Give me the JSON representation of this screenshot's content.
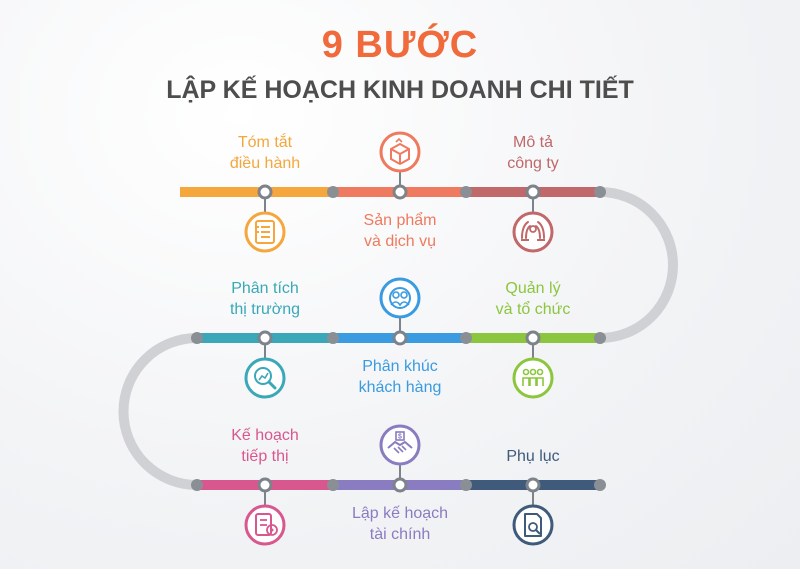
{
  "header": {
    "title": "9 BƯỚC",
    "subtitle": "LẬP KẾ HOẠCH KINH DOANH CHI TIẾT"
  },
  "steps": [
    {
      "label": "Tóm tắt\nđiều hành",
      "color": "#f5a63c",
      "icon": "checklist-icon"
    },
    {
      "label": "Sản phẩm\nvà dịch vụ",
      "color": "#ef7a60",
      "icon": "product-box-icon"
    },
    {
      "label": "Mô tả\ncông ty",
      "color": "#c0686a",
      "icon": "company-hands-icon"
    },
    {
      "label": "Phân tích\nthị trường",
      "color": "#3aa8b8",
      "icon": "market-analysis-icon"
    },
    {
      "label": "Phân khúc\nkhách hàng",
      "color": "#3a9be0",
      "icon": "customer-segment-icon"
    },
    {
      "label": "Quản lý\nvà tổ chức",
      "color": "#8cc63e",
      "icon": "team-management-icon"
    },
    {
      "label": "Kế hoạch\ntiếp thị",
      "color": "#d9578f",
      "icon": "marketing-plan-icon"
    },
    {
      "label": "Lập kế hoạch\ntài chính",
      "color": "#8a7cc0",
      "icon": "finance-handshake-icon"
    },
    {
      "label": "Phụ lục",
      "color": "#3f5a7a",
      "icon": "appendix-document-icon"
    }
  ]
}
